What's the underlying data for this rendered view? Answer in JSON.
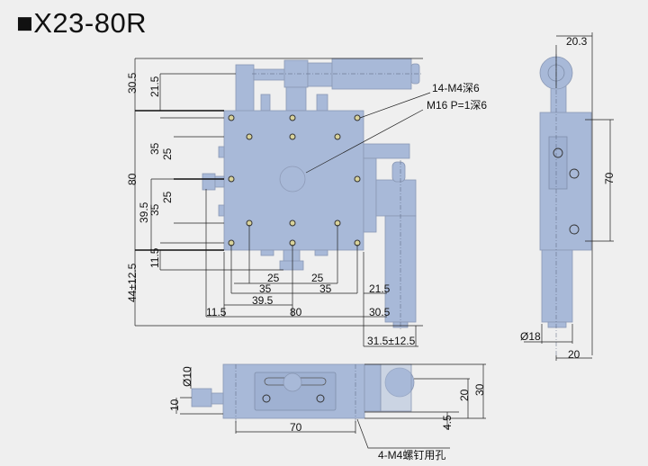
{
  "title": "■X23-80R",
  "colors": {
    "part": "#a8b9d8",
    "background": "#efefef"
  },
  "top_view": {
    "left_dims": [
      "30.5",
      "21.5",
      "80",
      "35",
      "25",
      "25",
      "35",
      "39.5",
      "11.5",
      "44±12.5"
    ],
    "bottom_dims": [
      "25",
      "25",
      "35",
      "35",
      "39.5",
      "11.5",
      "80",
      "21.5",
      "30.5",
      "31.5±12.5"
    ],
    "callouts": [
      "14-M4深6",
      "M16 P=1深6"
    ]
  },
  "side_view": {
    "dims": [
      "20.3",
      "70",
      "Ø18",
      "20"
    ]
  },
  "front_view": {
    "dims": [
      "Ø10",
      "10",
      "70",
      "20",
      "30",
      "4.5"
    ],
    "callout": "4-M4螺钉用孔"
  }
}
